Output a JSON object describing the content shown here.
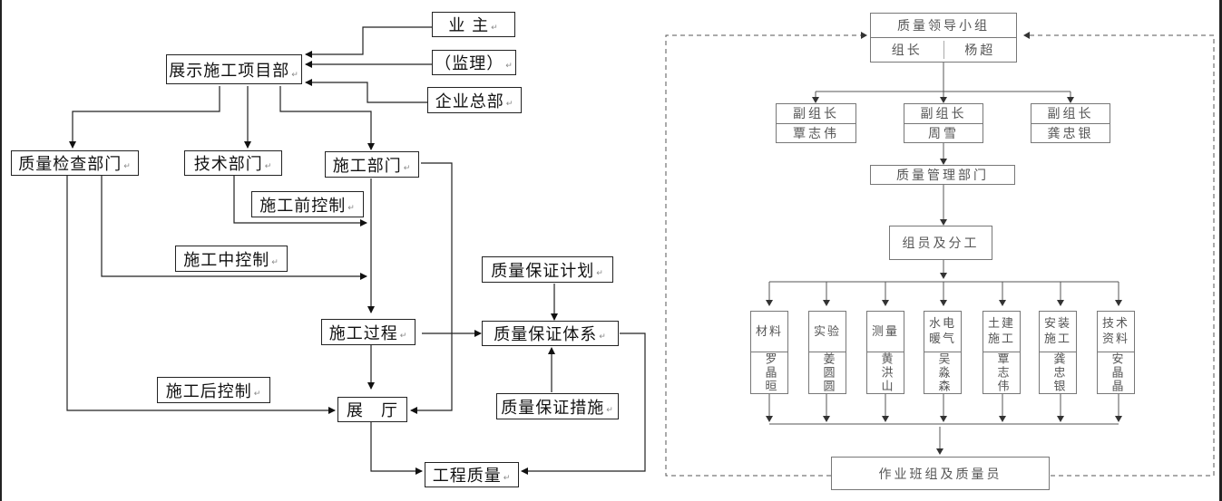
{
  "left_chart": {
    "owner": "业 主",
    "supervisor": "（监理）",
    "project_dept": "展示施工项目部",
    "enterprise_hq": "企业总部",
    "quality_inspection_dept": "质量检查部门",
    "tech_dept": "技术部门",
    "construction_dept": "施工部门",
    "pre_construction_control": "施工前控制",
    "mid_construction_control": "施工中控制",
    "post_construction_control": "施工后控制",
    "construction_process": "施工过程",
    "showroom": "展　厅",
    "project_quality": "工程质量",
    "qa_plan": "质量保证计划",
    "qa_system": "质量保证体系",
    "qa_measures": "质量保证措施",
    "paragraph_mark": "↵"
  },
  "right_chart": {
    "leadership_group": {
      "title": "质量领导小组",
      "role": "组长",
      "name": "杨超"
    },
    "deputies": [
      {
        "role": "副组长",
        "name": "覃志伟"
      },
      {
        "role": "副组长",
        "name": "周雪"
      },
      {
        "role": "副组长",
        "name": "龚忠银"
      }
    ],
    "quality_mgmt_dept": "质量管理部门",
    "members_division": "组员及分工",
    "members": [
      {
        "duty": "材料",
        "name": "罗晶晅"
      },
      {
        "duty": "实验",
        "name": "姜圆圆"
      },
      {
        "duty": "测量",
        "name": "黄洪山"
      },
      {
        "duty": "水电暖气",
        "name": "吴淼森"
      },
      {
        "duty": "土建施工",
        "name": "覃志伟"
      },
      {
        "duty": "安装施工",
        "name": "龚忠银"
      },
      {
        "duty": "技术资料",
        "name": "安晶晶"
      }
    ],
    "work_teams": "作业班组及质量员"
  }
}
